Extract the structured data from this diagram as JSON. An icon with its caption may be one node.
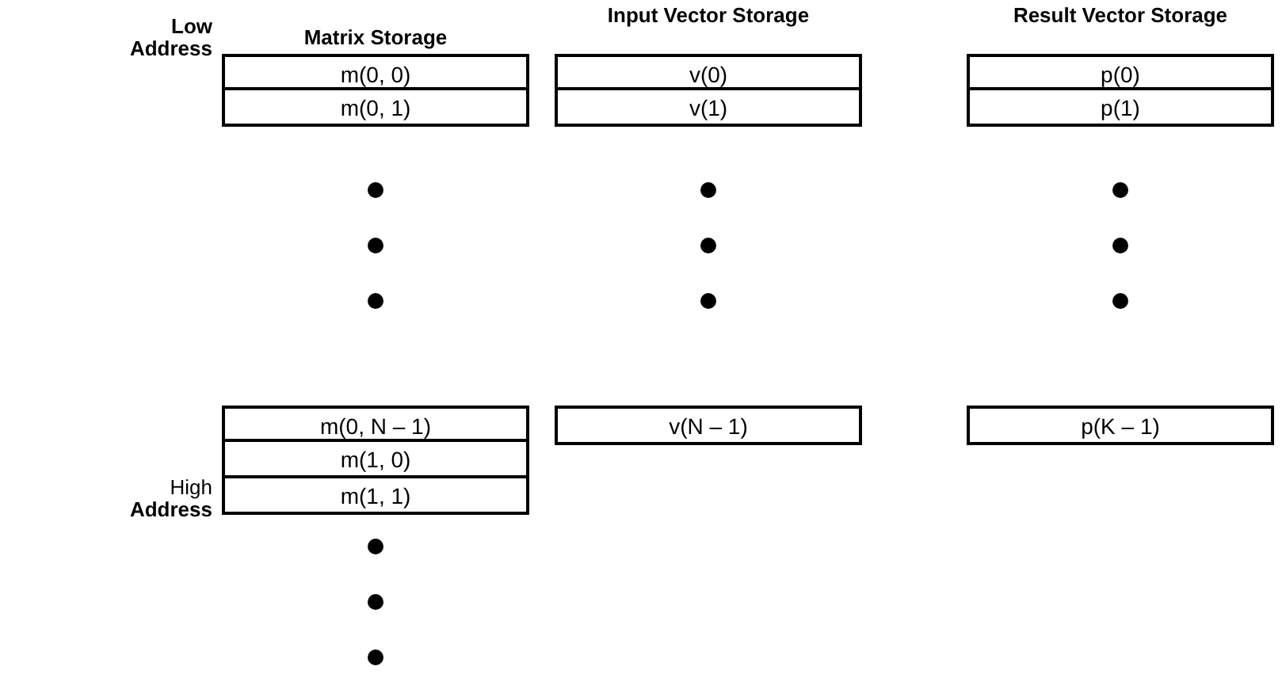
{
  "diagram": {
    "nodes": [
      {
        "text": [
          "m(0, 0)"
        ]
      },
      {
        "text": [
          "v(0)"
        ]
      },
      {
        "text": [
          "p(0)"
        ]
      },
      {
        "text": [
          "m(0, 1)"
        ]
      },
      {
        "text": [
          "v(1)"
        ]
      },
      {
        "text": [
          "p(1)"
        ]
      },
      {
        "text": [
          "m(0, N – 1)"
        ]
      },
      {
        "text": [
          "v(N – 1)"
        ]
      },
      {
        "text": [
          "p(K – 1)"
        ]
      },
      {
        "text": [
          "m(1, 0)"
        ]
      },
      {
        "text": [
          "m(1, 1)"
        ]
      }
    ],
    "labels": [
      "Low Address",
      "Matrix Storage",
      "Input Vector Storage",
      "Result Vector Storage",
      "High **Address**"
    ]
  }
}
